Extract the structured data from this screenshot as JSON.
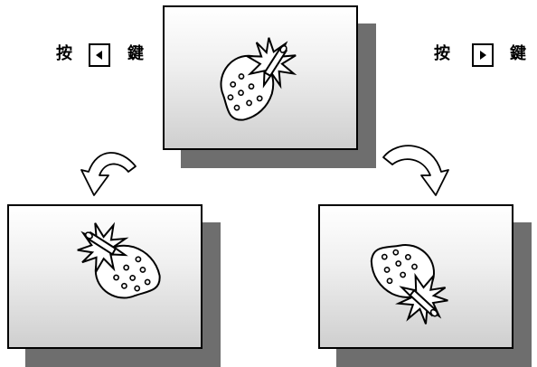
{
  "instructions": {
    "left": {
      "before": "按",
      "key": "◀",
      "after": "鍵"
    },
    "right": {
      "before": "按",
      "key": "▶",
      "after": "鍵"
    }
  },
  "images": {
    "center": "strawberry-upright",
    "left": "strawberry-rotated-left",
    "right": "strawberry-rotated-right"
  },
  "colors": {
    "shadow": "#6e6e6e",
    "border": "#000000",
    "gradient_top": "#ffffff",
    "gradient_bottom": "#cfcfcf"
  }
}
